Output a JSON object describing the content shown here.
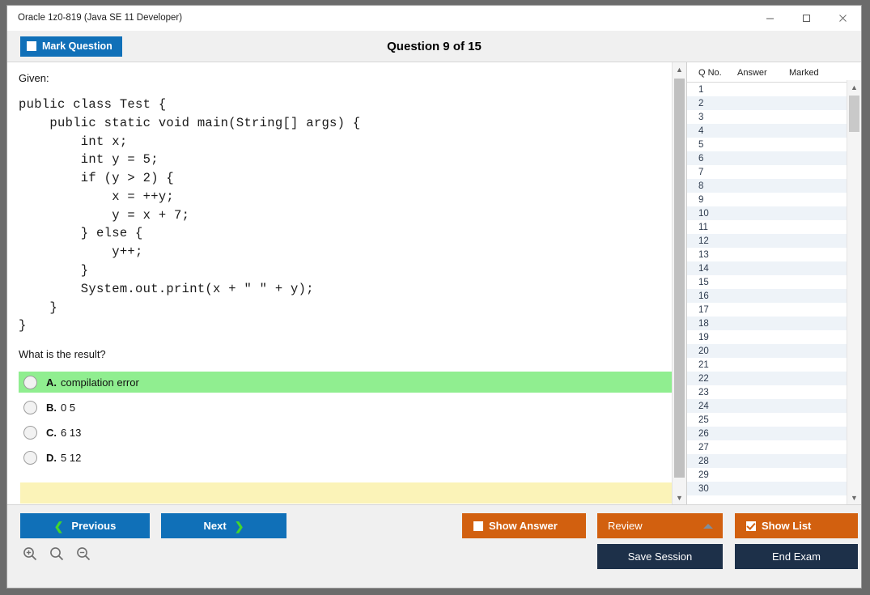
{
  "window": {
    "title": "Oracle 1z0-819 (Java SE 11 Developer)",
    "minimize_label": "—",
    "maximize_label": "□",
    "close_label": "✕"
  },
  "header": {
    "mark_question_label": "Mark Question",
    "mark_question_checked": false,
    "question_title": "Question 9 of 15"
  },
  "content": {
    "given_label": "Given:",
    "code": "public class Test {\n    public static void main(String[] args) {\n        int x;\n        int y = 5;\n        if (y > 2) {\n            x = ++y;\n            y = x + 7;\n        } else {\n            y++;\n        }\n        System.out.print(x + \" \" + y);\n    }\n}",
    "prompt": "What is the result?",
    "options": [
      {
        "letter": "A.",
        "text": "compilation error",
        "highlighted": true
      },
      {
        "letter": "B.",
        "text": "0 5",
        "highlighted": false
      },
      {
        "letter": "C.",
        "text": "6 13",
        "highlighted": false
      },
      {
        "letter": "D.",
        "text": "5 12",
        "highlighted": false
      }
    ],
    "explanation_text": ""
  },
  "question_list": {
    "columns": [
      "Q No.",
      "Answer",
      "Marked"
    ],
    "rows": [
      {
        "qno": "1",
        "answer": "",
        "marked": ""
      },
      {
        "qno": "2",
        "answer": "",
        "marked": ""
      },
      {
        "qno": "3",
        "answer": "",
        "marked": ""
      },
      {
        "qno": "4",
        "answer": "",
        "marked": ""
      },
      {
        "qno": "5",
        "answer": "",
        "marked": ""
      },
      {
        "qno": "6",
        "answer": "",
        "marked": ""
      },
      {
        "qno": "7",
        "answer": "",
        "marked": ""
      },
      {
        "qno": "8",
        "answer": "",
        "marked": ""
      },
      {
        "qno": "9",
        "answer": "",
        "marked": ""
      },
      {
        "qno": "10",
        "answer": "",
        "marked": ""
      },
      {
        "qno": "11",
        "answer": "",
        "marked": ""
      },
      {
        "qno": "12",
        "answer": "",
        "marked": ""
      },
      {
        "qno": "13",
        "answer": "",
        "marked": ""
      },
      {
        "qno": "14",
        "answer": "",
        "marked": ""
      },
      {
        "qno": "15",
        "answer": "",
        "marked": ""
      },
      {
        "qno": "16",
        "answer": "",
        "marked": ""
      },
      {
        "qno": "17",
        "answer": "",
        "marked": ""
      },
      {
        "qno": "18",
        "answer": "",
        "marked": ""
      },
      {
        "qno": "19",
        "answer": "",
        "marked": ""
      },
      {
        "qno": "20",
        "answer": "",
        "marked": ""
      },
      {
        "qno": "21",
        "answer": "",
        "marked": ""
      },
      {
        "qno": "22",
        "answer": "",
        "marked": ""
      },
      {
        "qno": "23",
        "answer": "",
        "marked": ""
      },
      {
        "qno": "24",
        "answer": "",
        "marked": ""
      },
      {
        "qno": "25",
        "answer": "",
        "marked": ""
      },
      {
        "qno": "26",
        "answer": "",
        "marked": ""
      },
      {
        "qno": "27",
        "answer": "",
        "marked": ""
      },
      {
        "qno": "28",
        "answer": "",
        "marked": ""
      },
      {
        "qno": "29",
        "answer": "",
        "marked": ""
      },
      {
        "qno": "30",
        "answer": "",
        "marked": ""
      }
    ]
  },
  "footer": {
    "previous_label": "Previous",
    "next_label": "Next",
    "show_answer_label": "Show Answer",
    "show_answer_checked": false,
    "review_label": "Review",
    "show_list_label": "Show List",
    "show_list_checked": true,
    "save_session_label": "Save Session",
    "end_exam_label": "End Exam",
    "zoom_in_name": "zoom-in",
    "zoom_reset_name": "zoom-reset",
    "zoom_out_name": "zoom-out"
  },
  "colors": {
    "primary_blue": "#1070b8",
    "accent_orange": "#d2600f",
    "navy": "#1d3049",
    "highlight_green": "#90ee90",
    "explanation_yellow": "#fbf3b8",
    "chevron_green": "#44d62c"
  }
}
